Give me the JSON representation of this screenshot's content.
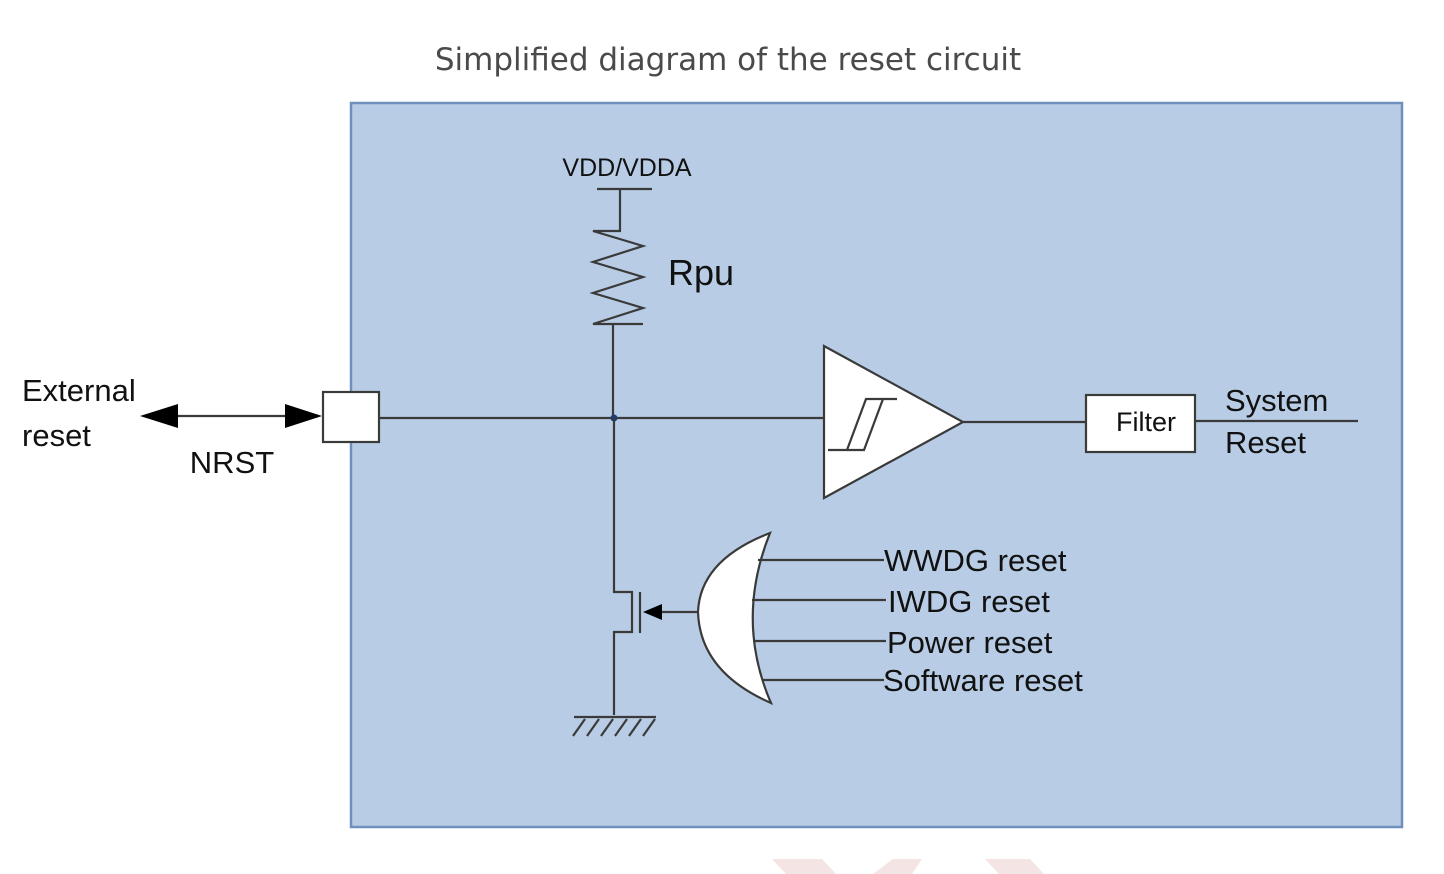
{
  "title": "Simplified diagram of the reset circuit",
  "colors": {
    "chip_fill": "#b8cde5",
    "chip_border": "#6f90bf",
    "wire": "#3a3a3a",
    "component_fill": "#ffffff",
    "junction": "#1f3f6e",
    "watermark": "#f4e4e4"
  },
  "labels": {
    "supply": "VDD/VDDA",
    "pullup_resistor": "Rpu",
    "external_reset_line1": "External",
    "external_reset_line2": "reset",
    "pin": "NRST",
    "filter": "Filter",
    "output_line1": "System",
    "output_line2": "Reset"
  },
  "reset_sources": [
    {
      "label": "WWDG reset"
    },
    {
      "label": "IWDG reset"
    },
    {
      "label": "Power reset"
    },
    {
      "label": "Software reset"
    }
  ],
  "components": [
    {
      "type": "pull-up-resistor",
      "name": "Rpu"
    },
    {
      "type": "pad",
      "name": "NRST"
    },
    {
      "type": "schmitt-trigger-buffer"
    },
    {
      "type": "filter"
    },
    {
      "type": "or-gate",
      "inputs": 4
    },
    {
      "type": "nmos-pulldown-transistor"
    },
    {
      "type": "ground"
    }
  ]
}
